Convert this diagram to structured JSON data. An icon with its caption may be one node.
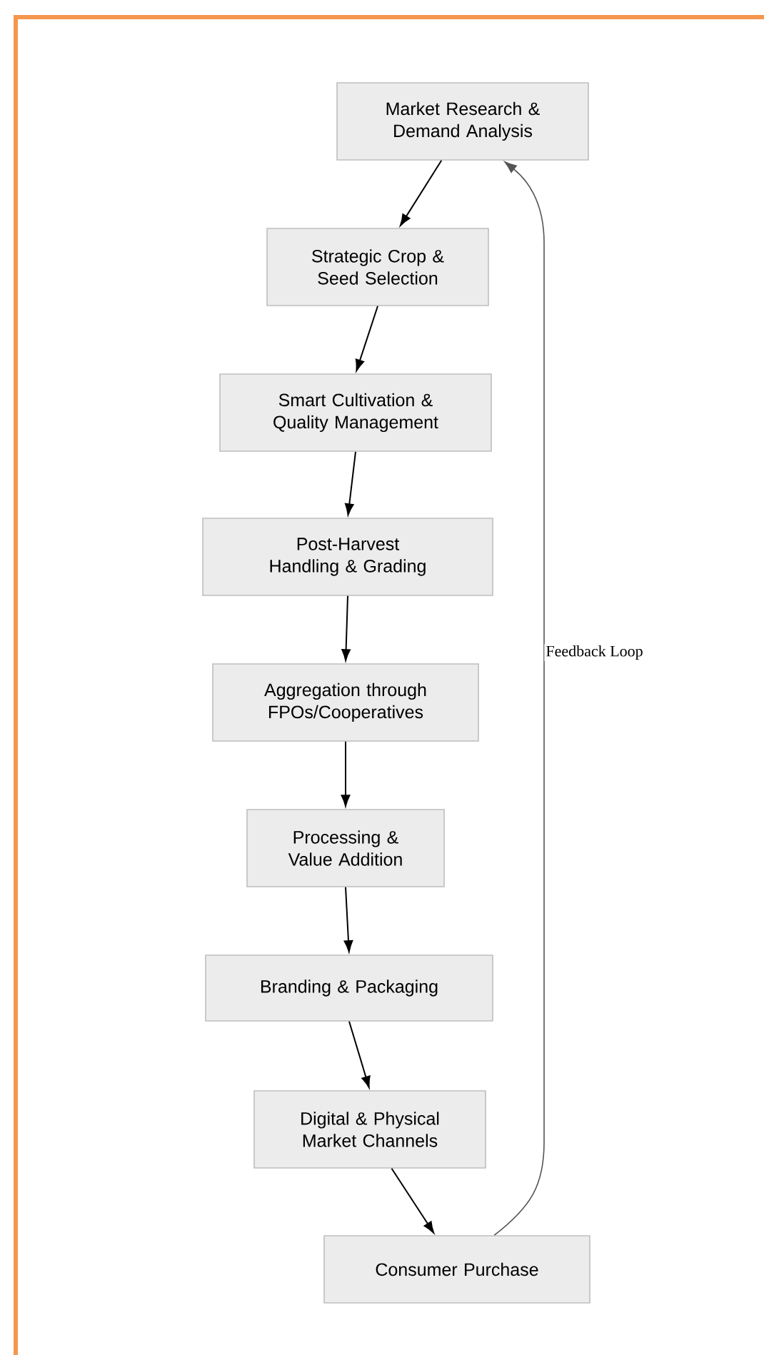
{
  "diagram": {
    "nodes": [
      {
        "text": [
          "Market Research & Demand Analysis"
        ]
      },
      {
        "text": [
          "Strategic Crop & Seed Selection"
        ]
      },
      {
        "text": [
          "Smart Cultivation & Quality Management"
        ]
      },
      {
        "text": [
          "Post-Harvest Handling & Grading"
        ]
      },
      {
        "text": [
          "Aggregation through FPOs/Cooperatives"
        ]
      },
      {
        "text": [
          "Processing & Value Addition"
        ]
      },
      {
        "text": [
          "Branding & Packaging"
        ]
      },
      {
        "text": [
          "Digital & Physical Market Channels"
        ]
      },
      {
        "text": [
          "Consumer Purchase"
        ]
      }
    ],
    "edges": [
      {
        "from": 0,
        "to": 1,
        "arrow": "to"
      },
      {
        "from": 1,
        "to": 2,
        "arrow": "to"
      },
      {
        "from": 2,
        "to": 3,
        "arrow": "to"
      },
      {
        "from": 3,
        "to": 4,
        "arrow": "to"
      },
      {
        "from": 4,
        "to": 5,
        "arrow": "to"
      },
      {
        "from": 5,
        "to": 6,
        "arrow": "to"
      },
      {
        "from": 6,
        "to": 7,
        "arrow": "to"
      },
      {
        "from": 7,
        "to": 8,
        "arrow": "to"
      },
      {
        "from": 8,
        "to": 0,
        "arrow": "to",
        "label": "Feedback Loop",
        "color": "#555555"
      }
    ]
  }
}
